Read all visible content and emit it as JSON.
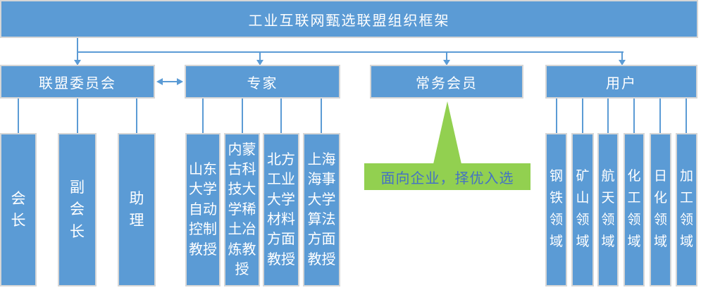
{
  "title": "工业互联网甄选联盟组织框架",
  "colors": {
    "primary": "#5b9bd5",
    "line": "#5b9bd5",
    "green": "#92d050",
    "callout_text": "#4472c4"
  },
  "committee": {
    "label": "联盟委员会",
    "members": [
      {
        "label": "会长",
        "display": "会\n长"
      },
      {
        "label": "副会长",
        "display": "副\n会\n长"
      },
      {
        "label": "助理",
        "display": "助\n理"
      }
    ]
  },
  "experts": {
    "label": "专家",
    "members": [
      {
        "label": "山东大学自动控制教授",
        "display": "山东\n大学\n自动\n控制\n教授"
      },
      {
        "label": "内蒙古科技大学稀土冶炼教授",
        "display": "内蒙\n古科\n技大\n学稀\n土冶\n炼教\n授"
      },
      {
        "label": "北方工业大学材料方面教授",
        "display": "北方\n工业\n大学\n材料\n方面\n教授"
      },
      {
        "label": "上海海事大学算法方面教授",
        "display": "上海\n海事\n大学\n算法\n方面\n教授"
      }
    ]
  },
  "standing_members": {
    "label": "常务会员",
    "callout": "面向企业，择优入选"
  },
  "users": {
    "label": "用户",
    "members": [
      {
        "label": "钢铁领域",
        "display": "钢\n铁\n领\n域"
      },
      {
        "label": "矿山领域",
        "display": "矿\n山\n领\n域"
      },
      {
        "label": "航天领域",
        "display": "航\n天\n领\n域"
      },
      {
        "label": "化工领域",
        "display": "化\n工\n领\n域"
      },
      {
        "label": "日化领域",
        "display": "日\n化\n领\n域"
      },
      {
        "label": "加工领域",
        "display": "加\n工\n领\n域"
      }
    ]
  }
}
